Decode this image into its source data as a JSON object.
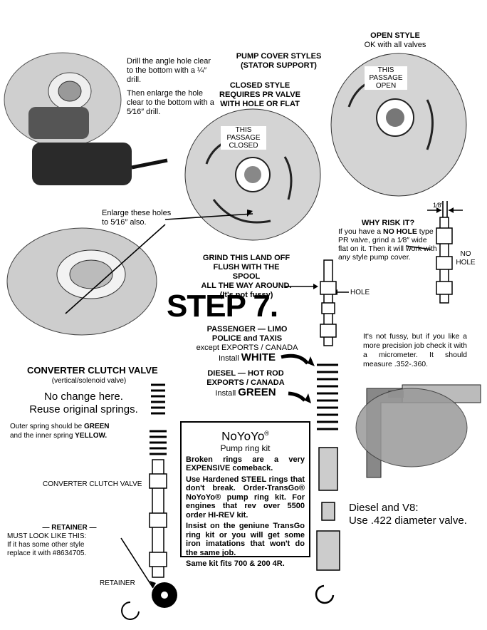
{
  "drill_note": {
    "line1": "Drill the angle hole clear to the bottom with a ¼″ drill.",
    "line2": "Then enlarge the hole clear to the bottom with a 5⁄16″ drill."
  },
  "pump_cover_styles": {
    "title_line1": "PUMP COVER STYLES",
    "title_line2": "(STATOR SUPPORT)"
  },
  "closed_style": {
    "line1": "CLOSED STYLE",
    "line2": "REQUIRES PR VALVE",
    "line3": "WITH HOLE OR FLAT",
    "passage_line1": "THIS",
    "passage_line2": "PASSAGE",
    "passage_line3": "CLOSED"
  },
  "open_style": {
    "title": "OPEN STYLE",
    "subtitle": "OK with all valves",
    "passage_line1": "THIS",
    "passage_line2": "PASSAGE",
    "passage_line3": "OPEN"
  },
  "enlarge_note": {
    "line1": "Enlarge these holes",
    "line2": "to 5⁄16″ also."
  },
  "why_risk": {
    "dimension": "1⁄8″",
    "title": "WHY RISK IT?",
    "text_prefix": "If you have a ",
    "text_bold": "NO HOLE",
    "text_suffix": " type PR valve, grind a 1⁄8″ wide flat on it. Then it will work with any style pump cover.",
    "no_hole_line1": "NO",
    "no_hole_line2": "HOLE"
  },
  "grind_note": {
    "line1": "GRIND THIS LAND OFF",
    "line2": "FLUSH WITH THE SPOOL",
    "line3": "ALL THE WAY AROUND.",
    "line4": "(It's not fussy)",
    "hole_label": "HOLE"
  },
  "step": {
    "title": "STEP 7."
  },
  "spring_white": {
    "line1": "PASSENGER — LIMO",
    "line2": "POLICE and TAXIS",
    "line3": "except EXPORTS / CANADA",
    "install": "Install ",
    "color": "WHITE"
  },
  "spring_green": {
    "line1": "DIESEL — HOT ROD",
    "line2": "EXPORTS / CANADA",
    "install": "Install ",
    "color": "GREEN"
  },
  "micrometer_note": {
    "text": "It's not fussy, but if you like a more precision job check it with a micrometer. It should measure .352-.360."
  },
  "converter_clutch": {
    "title": "CONVERTER CLUTCH VALVE",
    "subtitle": "(vertical/solenoid valve)",
    "no_change_line1": "No change here.",
    "no_change_line2": "Reuse original springs.",
    "spring_colors_prefix": "Outer spring should be ",
    "spring_colors_green": "GREEN",
    "spring_colors_middle": "and the inner spring ",
    "spring_colors_yellow": "YELLOW.",
    "valve_label": "CONVERTER CLUTCH VALVE",
    "retainer_title": "— RETAINER —",
    "retainer_line1": "MUST LOOK LIKE THIS:",
    "retainer_line2": "If it has some other style",
    "retainer_line3": "replace it with #8634705.",
    "retainer_label": "RETAINER"
  },
  "noyoyo": {
    "title": "NoYoYo",
    "reg": "®",
    "subtitle": "Pump ring kit",
    "p1": "Broken rings are a very EXPENSIVE comeback.",
    "p2": "Use Hardened STEEL rings that don't break. Order-TransGo® NoYoYo® pump ring kit. For engines that rev over 5500 order HI-REV kit.",
    "p3": "Insist on the geniune TransGo ring kit or you will get some iron imatations that won't do the same job.",
    "p4": "Same kit fits 700 & 200 4R."
  },
  "diesel_note": {
    "line1": "Diesel and V8:",
    "line2": "Use .422 diameter valve."
  }
}
